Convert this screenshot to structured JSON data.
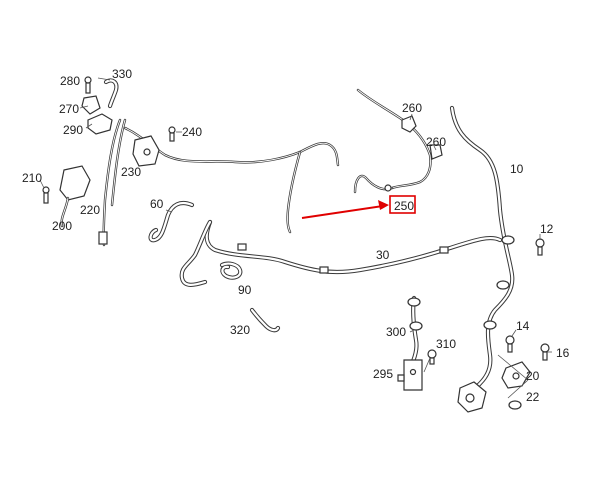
{
  "callouts": {
    "c10": "10",
    "c12": "12",
    "c14": "14",
    "c16": "16",
    "c20": "20",
    "c22": "22",
    "c30": "30",
    "c60": "60",
    "c90": "90",
    "c200": "200",
    "c210": "210",
    "c220": "220",
    "c230": "230",
    "c240": "240",
    "c250": "250",
    "c260a": "260",
    "c260b": "260",
    "c270": "270",
    "c280": "280",
    "c290": "290",
    "c295": "295",
    "c300": "300",
    "c310": "310",
    "c320": "320",
    "c330": "330"
  },
  "highlight": {
    "label": "250",
    "color": "#e00000"
  }
}
